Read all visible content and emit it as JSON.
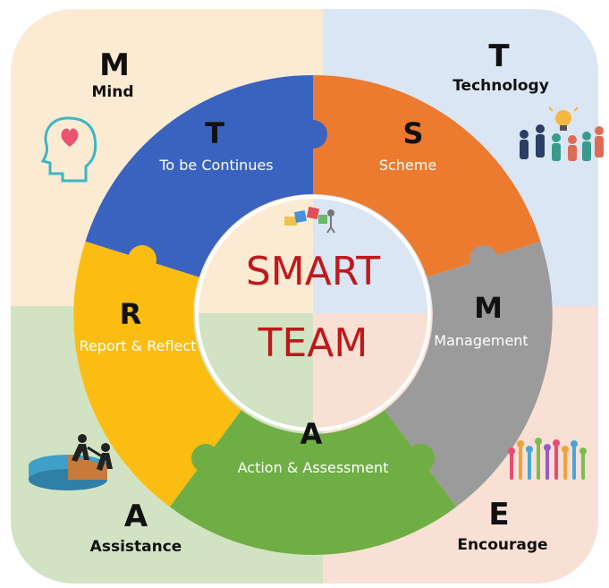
{
  "colors": {
    "quad_tl": "#fcebd3",
    "quad_tr": "#dbe6f5",
    "quad_bl": "#d2e3c3",
    "quad_br": "#f9e0d4",
    "seg_T": "#3a63c0",
    "seg_S": "#ec7b2f",
    "seg_M": "#9b9b9b",
    "seg_A": "#6fae45",
    "seg_R": "#fbbd11",
    "center_text": "#c0181b"
  },
  "corners": {
    "top_left": {
      "letter": "M",
      "word": "Mind",
      "icon": "head-with-heart-icon"
    },
    "top_right": {
      "letter": "T",
      "word": "Technology",
      "icon": "team-with-lightbulb-icon"
    },
    "bottom_left": {
      "letter": "A",
      "word": "Assistance",
      "icon": "people-helping-climb-icon"
    },
    "bottom_right": {
      "letter": "E",
      "word": "Encourage",
      "icon": "raised-hands-icon"
    }
  },
  "segments": {
    "T": {
      "letter": "T",
      "word": "To be Continues"
    },
    "S": {
      "letter": "S",
      "word": "Scheme"
    },
    "M": {
      "letter": "M",
      "word": "Management"
    },
    "A": {
      "letter": "A",
      "word": "Action & Assessment"
    },
    "R": {
      "letter": "R",
      "word": "Report & Reflect"
    }
  },
  "center": {
    "line1": "SMART",
    "line2": "TEAM",
    "icon": "team-puzzle-icon"
  }
}
